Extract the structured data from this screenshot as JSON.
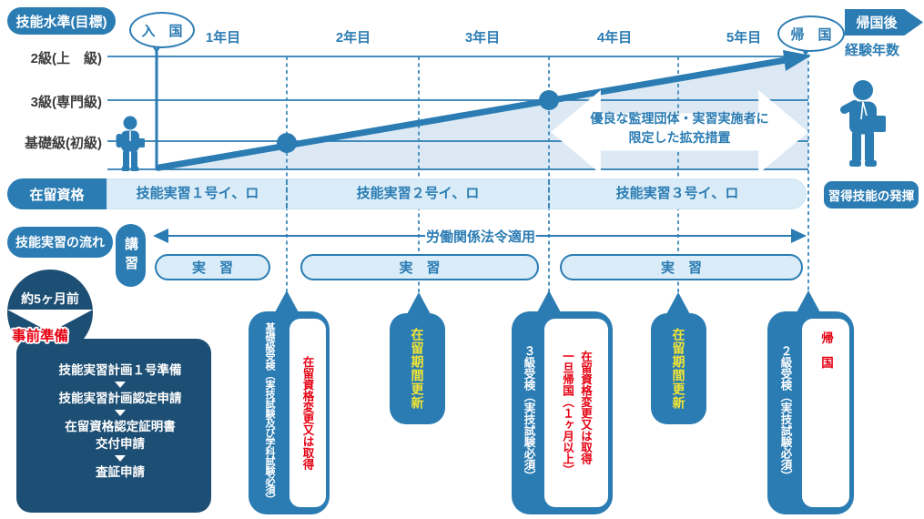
{
  "colors": {
    "primary_blue": "#2b7cb3",
    "light_blue": "#d9ecf7",
    "pale_fill": "#dce9f4",
    "dark_navy": "#1d4e74",
    "accent_red": "#e60012",
    "accent_yellow": "#f2e433"
  },
  "header": {
    "skill_badge": "技能水準(目標)",
    "entry_bubble": "入　国",
    "return_bubble": "帰　国",
    "after_return_badge": "帰国後",
    "after_return_note": "経験年数"
  },
  "chart": {
    "y_labels": [
      "2級(上　級)",
      "3級(専門級)",
      "基礎級(初級)"
    ],
    "year_labels": [
      "1年目",
      "2年目",
      "3年目",
      "4年目",
      "5年目"
    ],
    "expansion_line1": "優良な監理団体・実習実施者に",
    "expansion_line2": "限定した拡充措置"
  },
  "residence": {
    "label": "在留資格",
    "segments": [
      "技能実習１号イ、ロ",
      "技能実習２号イ、ロ",
      "技能実習３号イ、ロ"
    ],
    "right_badge": "習得技能の発揮"
  },
  "flow": {
    "label": "技能実習の流れ",
    "lecture": "講習",
    "law_arrow_label": "労働関係法令適用",
    "practice": "実　習"
  },
  "prep": {
    "timing": "約5ヶ月前",
    "title": "事前準備",
    "step1": "技能実習計画１号準備",
    "step2": "技能実習計画認定申請",
    "step3a": "在留資格認定証明書",
    "step3b": "交付申請",
    "step4": "査証申請"
  },
  "callouts": {
    "c1_left": "基礎級受検（実技試験及び学科試験必須）",
    "c1_right": "在留資格変更又は取得",
    "c2": "在留期間更新",
    "c3_left": "３級受検（実技試験必須）",
    "c3_right_col1": "在留資格変更又は取得",
    "c3_right_col2": "一旦帰国（１ヶ月以上）",
    "c4": "在留期間更新",
    "c5_left": "２級受検（実技試験必須）",
    "c5_right": "帰　国"
  }
}
